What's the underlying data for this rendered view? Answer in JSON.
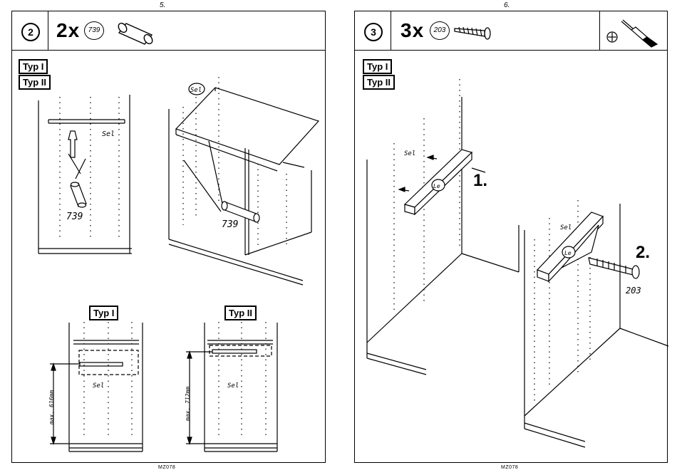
{
  "left_page": {
    "page_number": "5.",
    "step_number": "2",
    "quantity": "2x",
    "part_number": "739",
    "type_labels": [
      "Typ I",
      "Typ II"
    ],
    "part_callout_sel": "Sel",
    "part_callout_739": "739",
    "bottom_left": {
      "type_label": "Typ I",
      "dimension": "max. 616mm",
      "part_label": "Sel"
    },
    "bottom_right": {
      "type_label": "Typ II",
      "dimension": "max. 712mm",
      "part_label": "Sel"
    },
    "footer_code": "MZ078"
  },
  "right_page": {
    "page_number": "6.",
    "step_number": "3",
    "quantity": "3x",
    "part_number": "203",
    "type_labels": [
      "Typ I",
      "Typ II"
    ],
    "part_label_sel": "Sel",
    "part_label_le": "Le",
    "step_marker_1": "1.",
    "step_marker_2": "2.",
    "screw_label": "203",
    "tool_icons": [
      "screwdriver-icon",
      "phillips-tip-icon"
    ],
    "footer_code": "MZ078"
  }
}
